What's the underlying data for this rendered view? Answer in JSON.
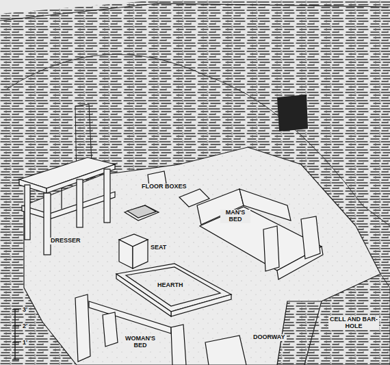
{
  "diagram": {
    "labels": [
      "FLOOR BOXES",
      "MAN'S BED",
      "DRESSER",
      "SEAT",
      "HEARTH",
      "WOMAN'S BED",
      "DOORWAY",
      "CELL AND BAR-HOLE",
      "3'",
      "2'",
      "1'"
    ]
  }
}
